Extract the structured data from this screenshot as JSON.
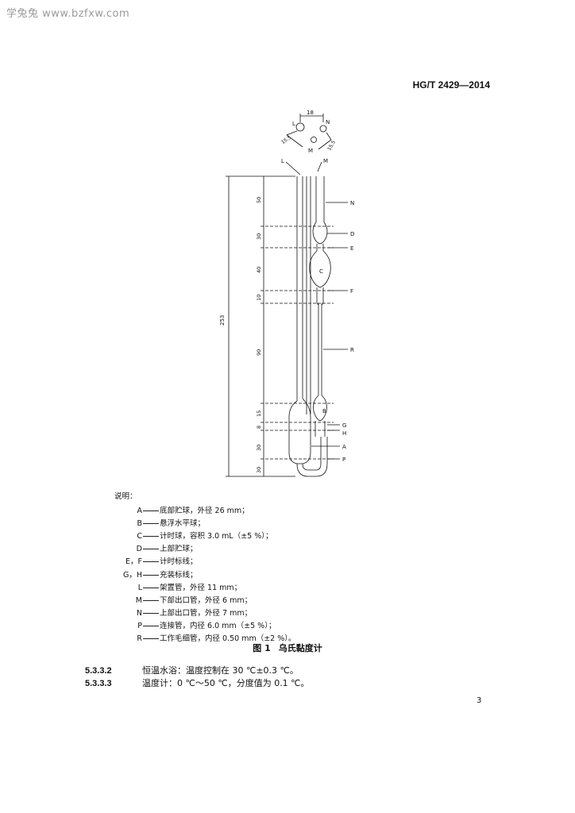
{
  "watermark": "学兔兔 www.bzfxw.com",
  "header": {
    "doc_code": "HG/T 2429—2014"
  },
  "figure": {
    "top_view": {
      "dimension": "18",
      "angle_left": "15.5",
      "angle_right": "15.5",
      "labels": [
        "L",
        "N",
        "M"
      ]
    },
    "tube_labels": [
      "L",
      "M"
    ],
    "overall_height": "253",
    "vertical_dims": [
      "50",
      "30",
      "40",
      "10",
      "90",
      "15",
      "8",
      "30",
      "30"
    ],
    "callouts": [
      "N",
      "D",
      "E",
      "C",
      "F",
      "R",
      "B",
      "G",
      "H",
      "A",
      "P"
    ]
  },
  "legend": {
    "title": "说明：",
    "items": [
      {
        "key": "A",
        "text": "底部贮球，外径 26 mm；"
      },
      {
        "key": "B",
        "text": "悬浮水平球；"
      },
      {
        "key": "C",
        "text": "计时球，容积 3.0 mL（±5 %）；"
      },
      {
        "key": "D",
        "text": "上部贮球；"
      },
      {
        "key": "E，F",
        "text": "计时标线；"
      },
      {
        "key": "G，H",
        "text": "充装标线；"
      },
      {
        "key": "L",
        "text": "架置管，外径 11 mm；"
      },
      {
        "key": "M",
        "text": "下部出口管，外径 6 mm；"
      },
      {
        "key": "N",
        "text": "上部出口管，外径 7 mm；"
      },
      {
        "key": "P",
        "text": "连接管，内径 6.0 mm（±5 %）；"
      },
      {
        "key": "R",
        "text": "工作毛细管，内径 0.50 mm（±2 %）。"
      }
    ]
  },
  "caption": {
    "number": "图 1",
    "title": "乌氏黏度计"
  },
  "clauses": [
    {
      "number": "5.3.3.2",
      "text": "恒温水浴：温度控制在 30 ℃±0.3 ℃。"
    },
    {
      "number": "5.3.3.3",
      "text": "温度计：0 ℃～50 ℃，分度值为 0.1 ℃。"
    }
  ],
  "page_number": "3"
}
